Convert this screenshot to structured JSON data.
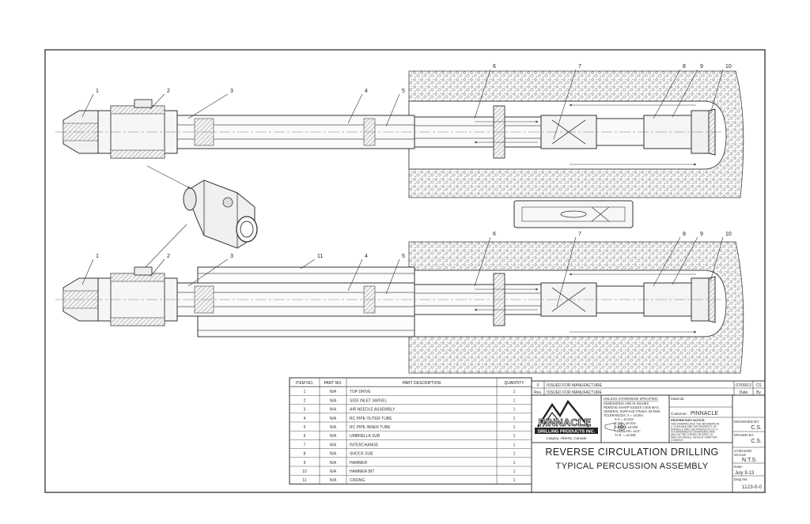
{
  "callouts": {
    "top": [
      "1",
      "2",
      "3",
      "4",
      "5",
      "6",
      "7",
      "8",
      "9",
      "10"
    ],
    "bottom": [
      "1",
      "2",
      "3",
      "11",
      "4",
      "5",
      "6",
      "7",
      "8",
      "9",
      "10"
    ]
  },
  "bom": {
    "headers": [
      "ITEM NO.",
      "PART NO.",
      "PART DESCRIPTION",
      "QUANTITY"
    ],
    "rows": [
      {
        "item": "1",
        "part": "N/A",
        "desc": "TOP DRIVE",
        "qty": "1"
      },
      {
        "item": "2",
        "part": "N/A",
        "desc": "SIDE INLET SWIVEL",
        "qty": "1"
      },
      {
        "item": "3",
        "part": "N/A",
        "desc": "AIR NEEDLE ASSEMBLY",
        "qty": "1"
      },
      {
        "item": "4",
        "part": "N/A",
        "desc": "RC PIPE OUTER TUBE",
        "qty": "1"
      },
      {
        "item": "5",
        "part": "N/A",
        "desc": "RC PIPE INNER TUBE",
        "qty": "1"
      },
      {
        "item": "6",
        "part": "N/A",
        "desc": "UMBRELLA SUB",
        "qty": "1"
      },
      {
        "item": "7",
        "part": "N/A",
        "desc": "INTERCHANGE",
        "qty": "1"
      },
      {
        "item": "8",
        "part": "N/A",
        "desc": "SHOCK SUB",
        "qty": "1"
      },
      {
        "item": "9",
        "part": "N/A",
        "desc": "HAMMER",
        "qty": "1"
      },
      {
        "item": "10",
        "part": "N/A",
        "desc": "HAMMER BIT",
        "qty": "1"
      },
      {
        "item": "11",
        "part": "N/A",
        "desc": "CASING",
        "qty": "1"
      }
    ]
  },
  "revisions": {
    "rev_row": {
      "rev": "0",
      "desc": "ISSUED FOR MANUFACTURE",
      "date": "07/09/13",
      "by": "CS"
    },
    "header": {
      "rev": "Rev.",
      "desc": "ISSUED FOR MANUFACTURE",
      "date": "Date",
      "by": "By"
    }
  },
  "title_block": {
    "logo_name": "PINNACLE",
    "logo_sub": "DRILLING PRODUCTS INC.",
    "logo_city": "Calgary, Alberta, Canada",
    "tolerance_heading": "UNLESS OTHERWISE SPECIFIED:",
    "tolerance_lines": [
      "DIMENSIONS ARE IN INCHES",
      "REMOVE SHARP EDGES 0.005 MAX.",
      "GENERAL SURFACE FINISH: 63 RMS",
      "TOLERANCES:  X  =  ±0.064",
      "X.X  =  ±0.032",
      "X.XX  =  ±0.015",
      "X.XXX  =  ±0.005",
      "ANGULAR=  ±0.5°",
      "T.I.R.  =  ±0.005"
    ],
    "material_label": "Material:",
    "customer_label": "Customer:",
    "customer_value": "PINNACLE",
    "proprietary_heading": "PROPRIETARY NOTICE:",
    "proprietary_lines": [
      "THIS DRAWING AND THE INFORMATION",
      "IT CONTAINS ARE THE PROPERTY OF",
      "PINNACLE DRILLING PRODUCTS LP. IT",
      "IS FURNISHED IN CONFIDENCE AND",
      "MAY NOT BE COPIED OR USED, IN",
      "PART OR WHOLE, WITHOUT WRITTEN",
      "CONSENT."
    ],
    "title_line1": "REVERSE CIRCULATION DRILLING",
    "title_line2": "TYPICAL PERCUSSION ASSEMBLY",
    "designed_by_label": "DESIGNED BY:",
    "designed_by_value": "C.S.",
    "drawn_by_label": "DRAWN BY:",
    "drawn_by_value": "C.S.",
    "checked_label": "CHECKED",
    "checked_value": "",
    "scale_label": "SCALE",
    "scale_value": "N.T.S.",
    "date_label": "Date:",
    "date_value": "July 9-13",
    "dwg_label": "Dwg No.",
    "dwg_value": "1123-0-0"
  }
}
